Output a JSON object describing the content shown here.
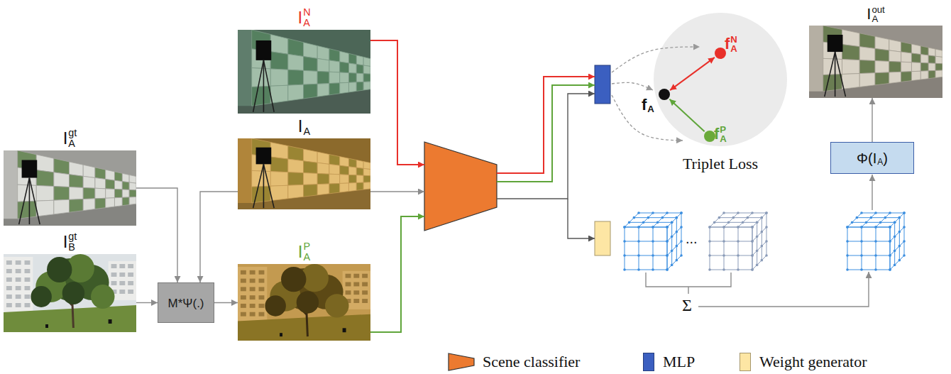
{
  "diagram": {
    "nodes": [
      {
        "text": [
          "I",
          "N",
          "A"
        ]
      },
      {
        "text": [
          "I",
          "gt",
          "A"
        ]
      },
      {
        "text": [
          "I",
          "A"
        ]
      },
      {
        "text": [
          "I",
          "gt",
          "B"
        ]
      },
      {
        "text": [
          "M*Ψ(.)"
        ]
      },
      {
        "text": [
          "I",
          "P",
          "A"
        ]
      },
      {
        "text": [
          "Triplet Loss"
        ]
      },
      {
        "text": [
          "f",
          "N",
          "A"
        ],
        "in": 6
      },
      {
        "text": [
          "f",
          "A"
        ],
        "in": 6
      },
      {
        "text": [
          "f",
          "P",
          "A"
        ],
        "in": 6
      },
      {
        "text": [
          "Φ(I",
          "A",
          ")"
        ]
      },
      {
        "text": [
          "I",
          "out",
          "A"
        ]
      }
    ],
    "edges": [
      {
        "from": 1,
        "to": 4,
        "arrow": "to"
      },
      {
        "from": 2,
        "to": 4,
        "arrow": "to"
      },
      {
        "from": 3,
        "to": 4,
        "arrow": "to"
      },
      {
        "from": 4,
        "to": 5,
        "arrow": "to"
      },
      {
        "from": 7,
        "to": 8,
        "arrow": "both"
      },
      {
        "from": 9,
        "to": 8,
        "arrow": "to"
      },
      {
        "from": 10,
        "to": 11,
        "arrow": "to"
      }
    ],
    "labels": [
      "...",
      "Σ"
    ],
    "legend": [
      {
        "text": "Scene classifier"
      },
      {
        "text": "MLP",
        "color": "#3b5fc0"
      },
      {
        "text": "Weight generator",
        "color": "#fde6a4"
      }
    ]
  }
}
